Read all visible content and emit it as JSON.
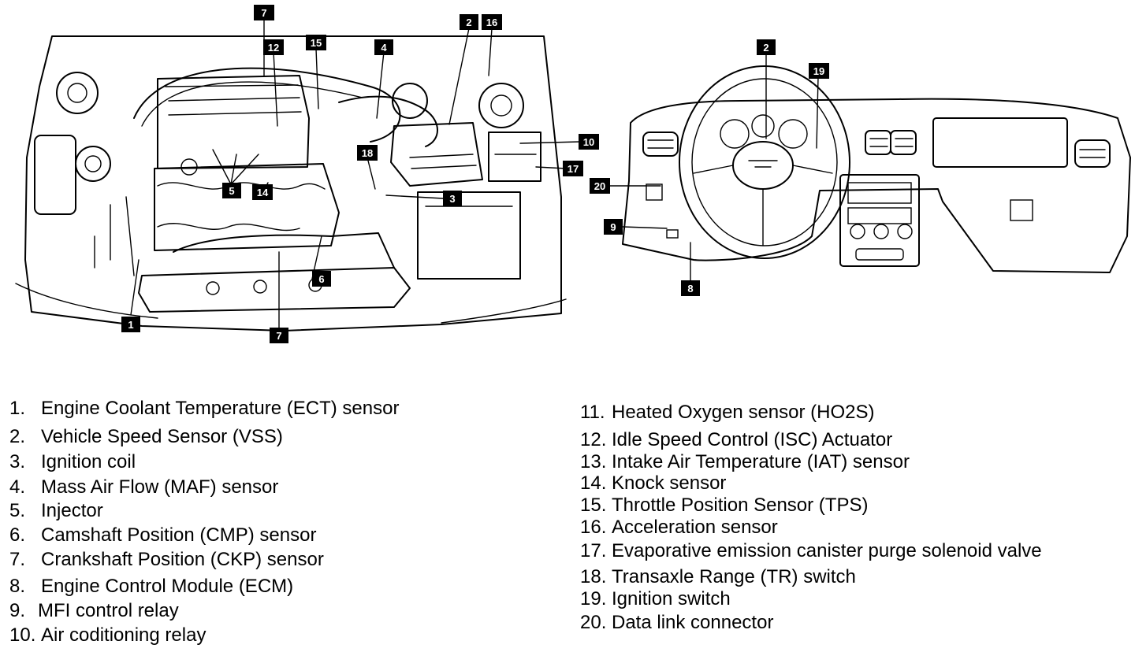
{
  "callouts": {
    "c1": "1",
    "c2": "2",
    "c3": "3",
    "c4": "4",
    "c5": "5",
    "c6": "6",
    "c7": "7",
    "c8": "8",
    "c9": "9",
    "c10": "10",
    "c12": "12",
    "c14": "14",
    "c15": "15",
    "c16": "16",
    "c17": "17",
    "c18": "18",
    "c19": "19",
    "c20": "20"
  },
  "legend": [
    {
      "num": "1.",
      "label": "Engine Coolant Temperature (ECT) sensor"
    },
    {
      "num": "2.",
      "label": "Vehicle Speed Sensor (VSS)"
    },
    {
      "num": "3.",
      "label": "Ignition coil"
    },
    {
      "num": "4.",
      "label": "Mass Air Flow (MAF) sensor"
    },
    {
      "num": "5.",
      "label": "Injector"
    },
    {
      "num": "6.",
      "label": "Camshaft Position (CMP) sensor"
    },
    {
      "num": "7.",
      "label": "Crankshaft Position (CKP) sensor"
    },
    {
      "num": "8.",
      "label": "Engine Control Module (ECM)"
    },
    {
      "num": "9.",
      "label": "MFI control relay"
    },
    {
      "num": "10.",
      "label": "Air coditioning relay"
    },
    {
      "num": "11.",
      "label": "Heated Oxygen sensor (HO2S)"
    },
    {
      "num": "12.",
      "label": "Idle Speed Control (ISC) Actuator"
    },
    {
      "num": "13.",
      "label": "Intake Air Temperature (IAT) sensor"
    },
    {
      "num": "14.",
      "label": "Knock sensor"
    },
    {
      "num": "15.",
      "label": "Throttle Position Sensor (TPS)"
    },
    {
      "num": "16.",
      "label": "Acceleration sensor"
    },
    {
      "num": "17.",
      "label": "Evaporative emission canister purge solenoid valve"
    },
    {
      "num": "18.",
      "label": "Transaxle Range (TR) switch"
    },
    {
      "num": "19.",
      "label": "Ignition switch"
    },
    {
      "num": "20.",
      "label": "Data link connector"
    }
  ]
}
